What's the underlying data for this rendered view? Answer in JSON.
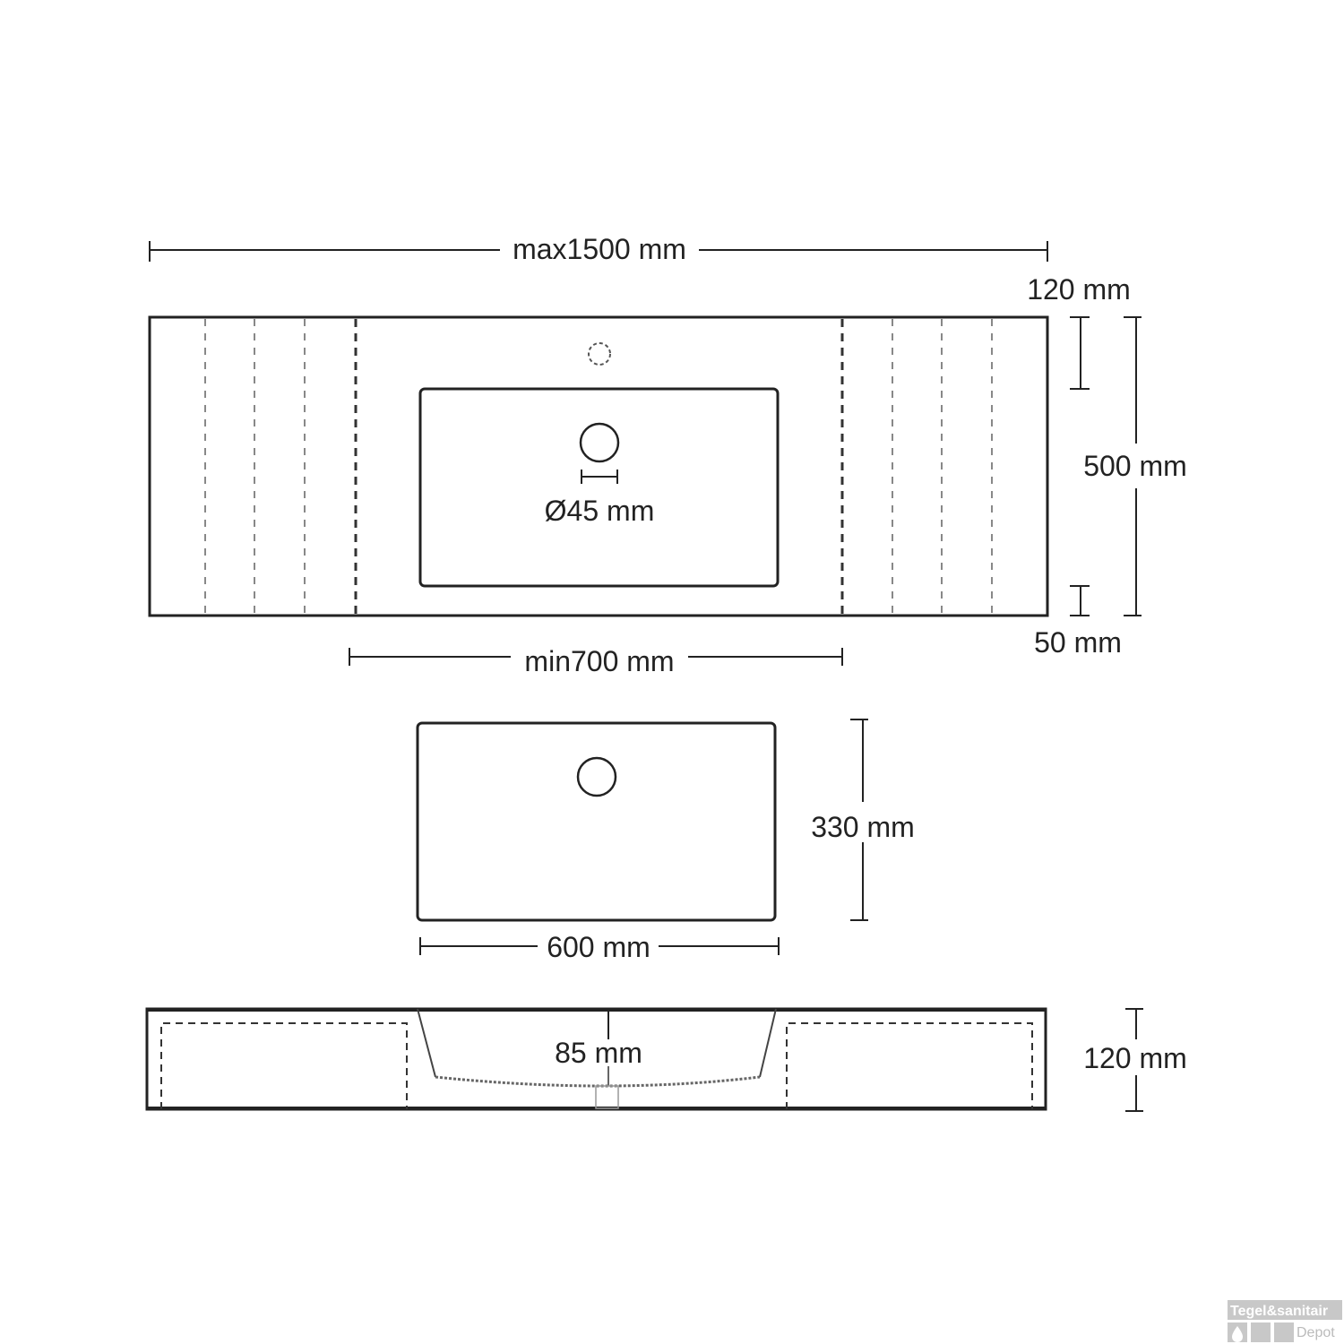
{
  "dimensions": {
    "total_width": "max1500 mm",
    "back_margin": "120 mm",
    "depth": "500 mm",
    "front_margin": "50 mm",
    "min_width": "min700 mm",
    "drain_diameter": "Ø45 mm",
    "basin_depth_top": "330 mm",
    "basin_width": "600 mm",
    "basin_depth": "85 mm",
    "thickness": "120 mm"
  },
  "logo": {
    "line1": "Tegel&sanitair",
    "line2": "Depot"
  },
  "colors": {
    "stroke": "#222222",
    "dashed_light": "#888888",
    "logo_bg": "#c8c8c8"
  }
}
